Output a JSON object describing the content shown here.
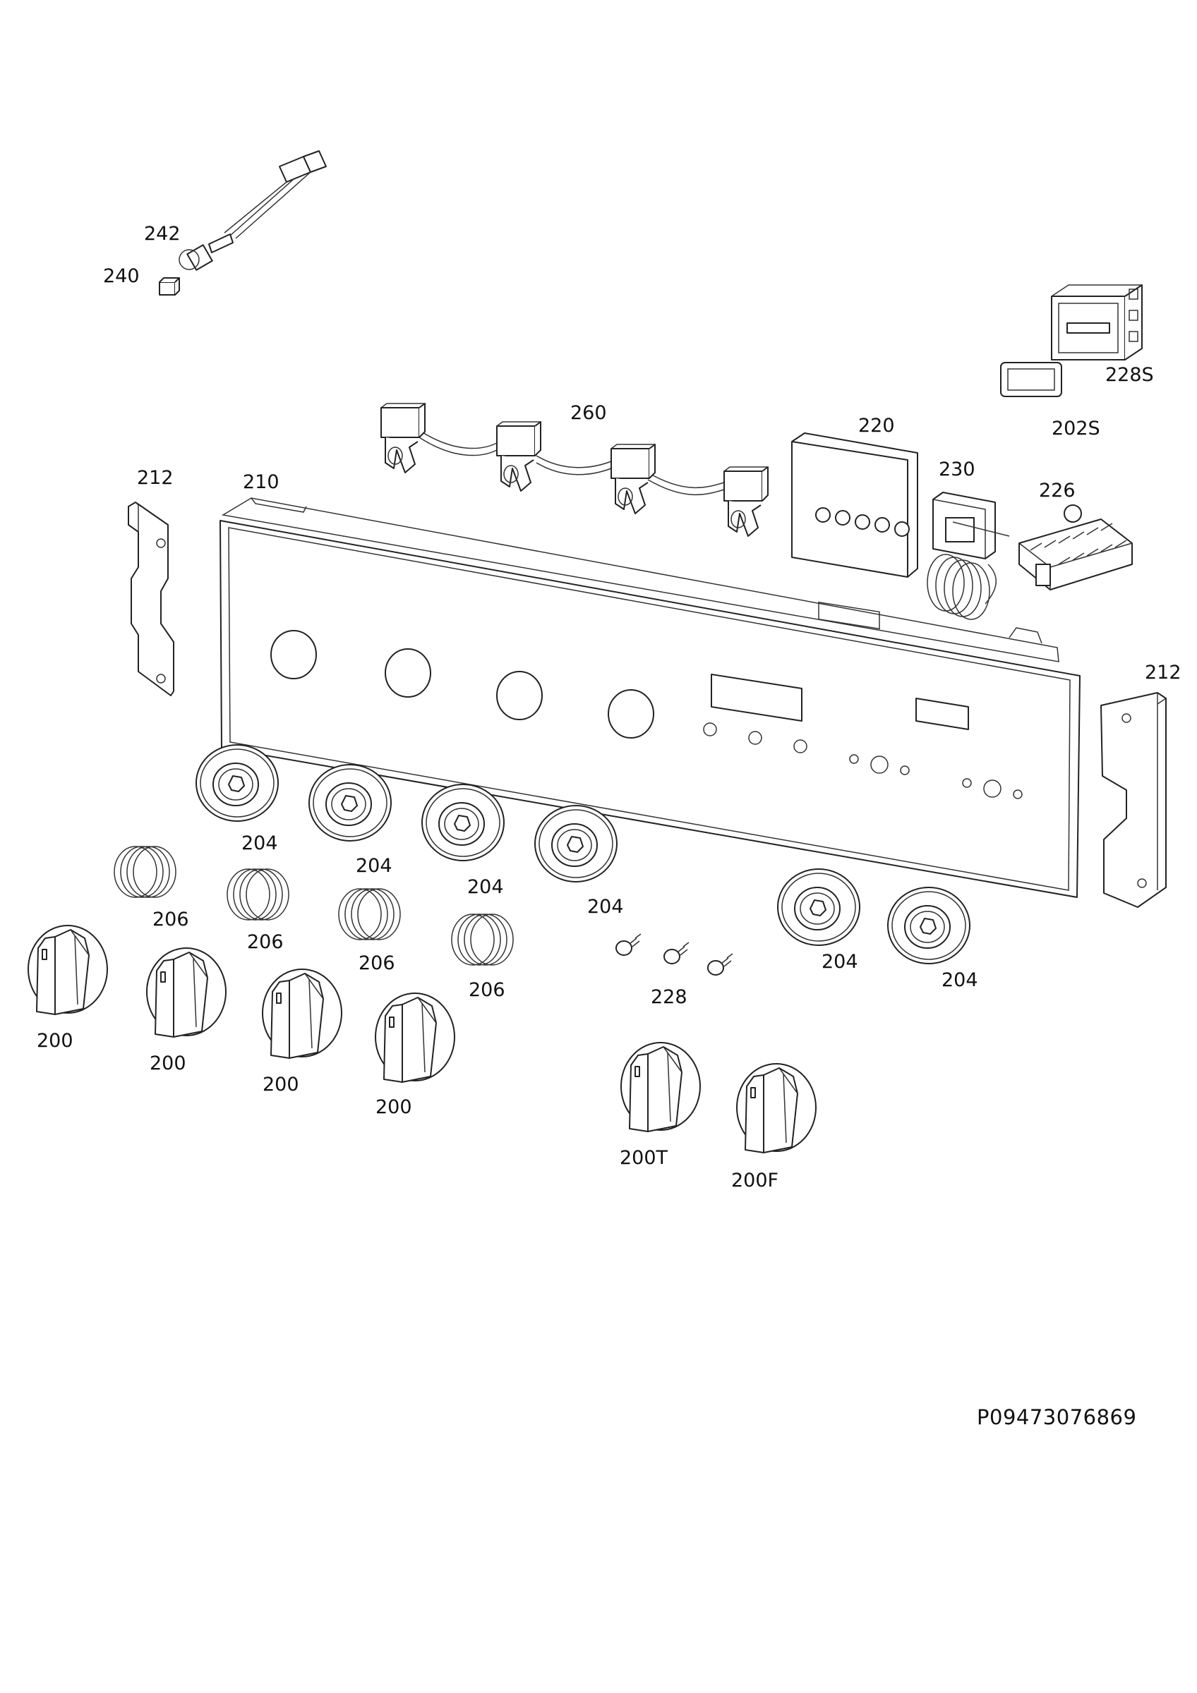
{
  "diagram": {
    "drawing_code": "P09473076869",
    "labels": {
      "p242": "242",
      "p240": "240",
      "p260": "260",
      "p220": "220",
      "p228s": "228S",
      "p202s": "202S",
      "p230": "230",
      "p226": "226",
      "p212_left": "212",
      "p210": "210",
      "p212_right": "212",
      "p204": [
        "204",
        "204",
        "204",
        "204",
        "204",
        "204"
      ],
      "p206": [
        "206",
        "206",
        "206",
        "206"
      ],
      "p228": "228",
      "p200": [
        "200",
        "200",
        "200",
        "200"
      ],
      "p200t": "200T",
      "p200f": "200F"
    }
  }
}
